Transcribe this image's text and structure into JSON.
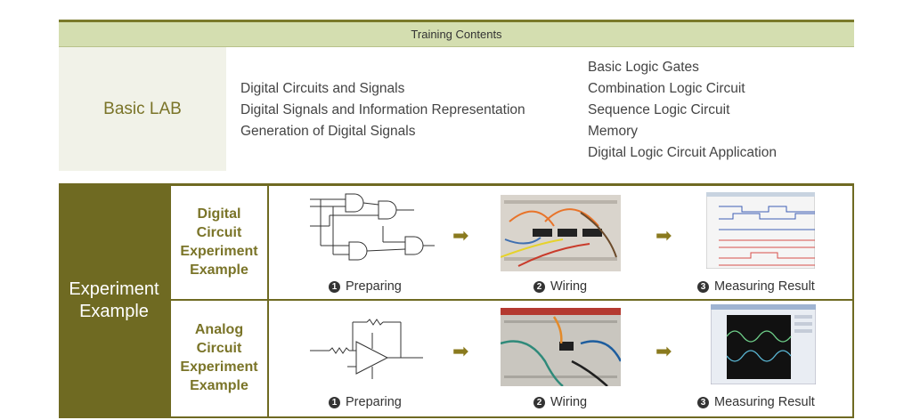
{
  "header": {
    "title": "Training Contents"
  },
  "basic": {
    "label": "Basic LAB",
    "col1": [
      "Digital Circuits and Signals",
      "Digital Signals and Information Representation",
      "Generation of Digital Signals"
    ],
    "col2": [
      "Basic Logic Gates",
      "Combination Logic Circuit",
      "Sequence Logic Circuit",
      "Memory",
      "Digital Logic Circuit Application"
    ]
  },
  "experiment": {
    "label_line1": "Experiment",
    "label_line2": "Example",
    "rows": [
      {
        "label": [
          "Digital",
          "Circuit",
          "Experiment",
          "Example"
        ],
        "captions": [
          {
            "num": "1",
            "text": "Preparing"
          },
          {
            "num": "2",
            "text": "Wiring"
          },
          {
            "num": "3",
            "text": "Measuring Result"
          }
        ]
      },
      {
        "label": [
          "Analog",
          "Circuit",
          "Experiment",
          "Example"
        ],
        "captions": [
          {
            "num": "1",
            "text": "Preparing"
          },
          {
            "num": "2",
            "text": "Wiring"
          },
          {
            "num": "3",
            "text": "Measuring Result"
          }
        ]
      }
    ],
    "arrow": "➡"
  },
  "colors": {
    "olive": "#6f6a22",
    "header_bg": "#d4deb0",
    "label_text": "#7a7428"
  }
}
